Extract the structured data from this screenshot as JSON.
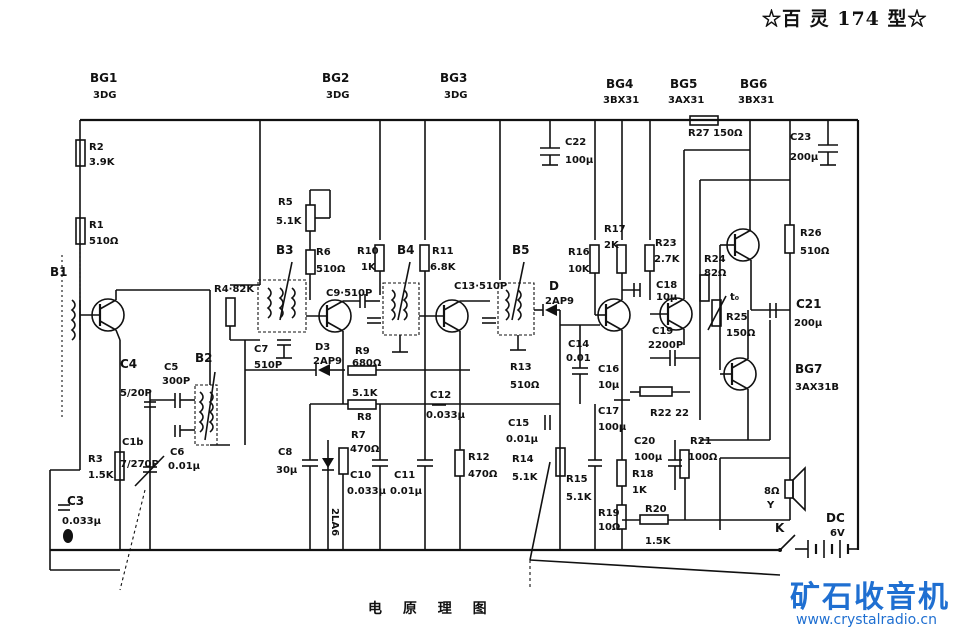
{
  "header": {
    "title": "☆百 灵 174 型☆"
  },
  "caption": "电 原 理 图",
  "watermark": {
    "logo": "矿石收音机",
    "url": "www.crystalradio.cn",
    "color": "#1f6fd1"
  },
  "transistors": [
    {
      "id": "BG1",
      "name": "BG1",
      "type": "3DG"
    },
    {
      "id": "BG2",
      "name": "BG2",
      "type": "3DG"
    },
    {
      "id": "BG3",
      "name": "BG3",
      "type": "3DG"
    },
    {
      "id": "BG4",
      "name": "BG4",
      "type": "3BX31"
    },
    {
      "id": "BG5",
      "name": "BG5",
      "type": "3AX31"
    },
    {
      "id": "BG6",
      "name": "BG6",
      "type": "3BX31"
    },
    {
      "id": "BG7",
      "name": "BG7",
      "type": "3AX31B"
    }
  ],
  "labels": {
    "R2": "R2",
    "R2v": "3.9K",
    "R1": "R1",
    "R1v": "510Ω",
    "B1": "B1",
    "R3": "R3",
    "R3v": "1.5K",
    "C3": "C3",
    "C3v": "0.033μ",
    "C4": "C4",
    "C4v": "5/20P",
    "C5": "C5",
    "C5v": "300P",
    "B2": "B2",
    "C1b": "C1b",
    "C1bv": "7/270P",
    "C6": "C6",
    "C6v": "0.01μ",
    "R4": "R4·82K",
    "R5": "R5",
    "R5v": "5.1K",
    "B3": "B3",
    "R6": "R6",
    "R6v": "510Ω",
    "C7": "C7",
    "C7v": "510P",
    "D3": "D3",
    "D3v": "2AP9",
    "C8": "C8",
    "C8v": "30μ",
    "D2": "2LA6",
    "C9": "C9·510P",
    "R10": "R10",
    "R10v": "1K",
    "B4": "B4",
    "R11": "R11",
    "R11v": "6.8K",
    "R9": "R9",
    "R9v": "680Ω",
    "R8v": "5.1K",
    "R8": "R8",
    "R7": "R7",
    "R7v": "470Ω",
    "C10": "C10",
    "C10v": "0.033μ",
    "C11": "C11",
    "C11v": "0.01μ",
    "C12": "C12",
    "C12v": "0.033μ",
    "R12": "R12",
    "R12v": "470Ω",
    "C13": "C13·510P",
    "B5": "B5",
    "D": "D",
    "Dv": "2AP9",
    "R13": "R13",
    "R13v": "510Ω",
    "R16": "R16",
    "R16v": "10K",
    "C14": "C14",
    "C14v": "0.01",
    "C15": "C15",
    "C15v": "0.01μ",
    "R14": "R14",
    "R14v": "5.1K",
    "R15": "R15",
    "R15v": "5.1K",
    "C22": "C22",
    "C22v": "100μ",
    "R17": "R17",
    "R17v": "2K",
    "C16": "C16",
    "C16v": "10μ",
    "C17": "C17",
    "C17v": "100μ",
    "R18": "R18",
    "R18v": "1K",
    "R19": "R19",
    "R19v": "10Ω",
    "R27": "R27 150Ω",
    "R23": "R23",
    "R23v": "2.7K",
    "C18": "C18",
    "C18v": "10μ",
    "C19": "C19",
    "C19v": "2200P",
    "R22": "R22 22",
    "C20": "C20",
    "C20v": "100μ",
    "R21": "R21",
    "R21v": "100Ω",
    "R20": "R20",
    "R20v": "1.5K",
    "C23": "C23",
    "C23v": "200μ",
    "R24": "R24",
    "R24v": "82Ω",
    "t": "t₀",
    "R25": "R25",
    "R25v": "150Ω",
    "R26": "R26",
    "R26v": "510Ω",
    "C21": "C21",
    "C21v": "200μ",
    "SP": "8Ω",
    "SPY": "Y",
    "K": "K",
    "DC": "DC",
    "DCv": "6V"
  }
}
